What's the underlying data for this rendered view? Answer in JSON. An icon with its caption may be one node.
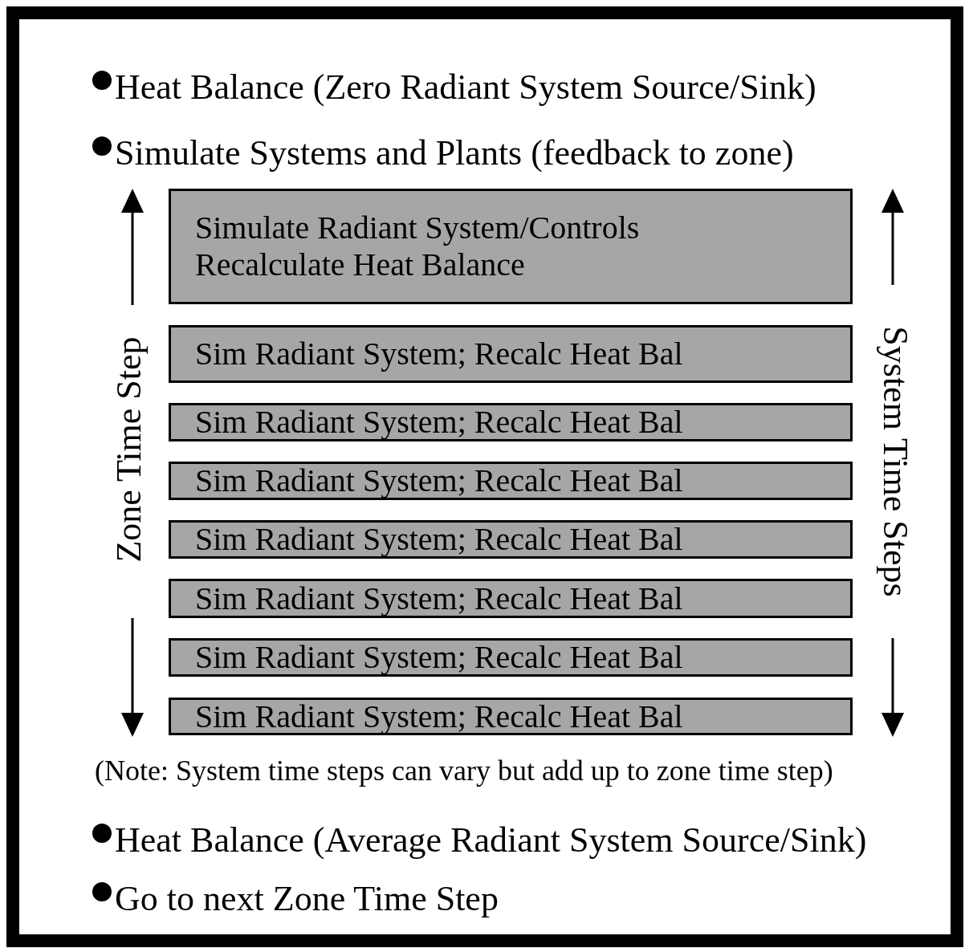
{
  "diagram": {
    "nodes": [
      {
        "text": [
          "Simulate Radiant System/Controls",
          "Recalculate Heat Balance"
        ]
      },
      {
        "text": [
          "Sim Radiant System; Recalc Heat Bal"
        ]
      },
      {
        "text": [
          "Sim Radiant System; Recalc Heat Bal"
        ]
      },
      {
        "text": [
          "Sim Radiant System; Recalc Heat Bal"
        ]
      },
      {
        "text": [
          "Sim Radiant System; Recalc Heat Bal"
        ]
      },
      {
        "text": [
          "Sim Radiant System; Recalc Heat Bal"
        ]
      },
      {
        "text": [
          "Sim Radiant System; Recalc Heat Bal"
        ]
      },
      {
        "text": [
          "Sim Radiant System; Recalc Heat Bal"
        ]
      }
    ],
    "edges": [],
    "labels": [
      "Heat Balance (Zero Radiant System Source/Sink)",
      "Simulate Systems and Plants (feedback to zone)",
      "Zone Time Step",
      "System Time Steps",
      "(Note: System time steps can vary but add up to zone time step)",
      "Heat Balance (Average Radiant System Source/Sink)",
      "Go to next Zone Time Step"
    ]
  }
}
